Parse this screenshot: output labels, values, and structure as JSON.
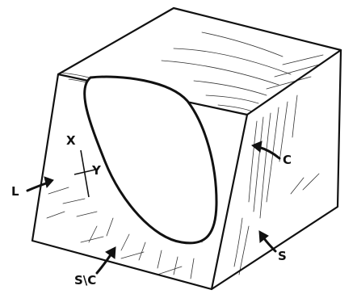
{
  "labels": {
    "l": "L",
    "c": "C",
    "s": "S",
    "sc": "S\\C",
    "x": "X",
    "y": "Y"
  }
}
